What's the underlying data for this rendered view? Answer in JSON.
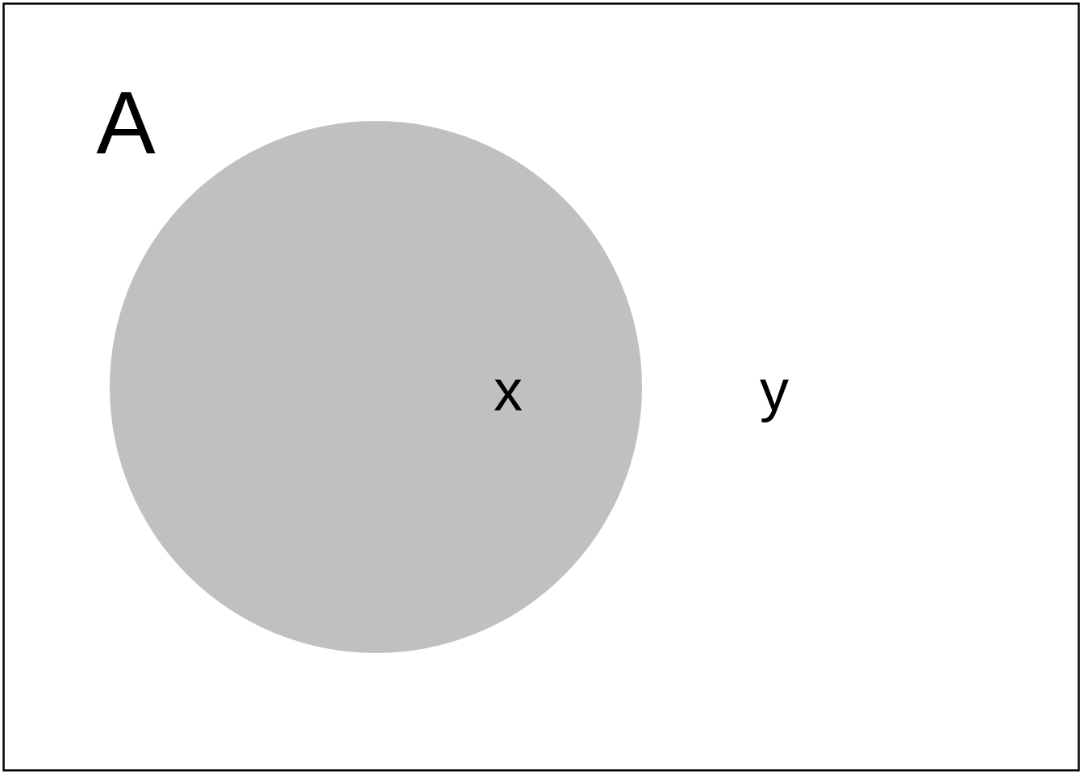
{
  "diagram": {
    "set_label": "A",
    "inside_element": "x",
    "outside_element": "y"
  },
  "colors": {
    "background": "#ffffff",
    "border": "#000000",
    "set_fill": "#c0c0c0",
    "text": "#000000"
  }
}
